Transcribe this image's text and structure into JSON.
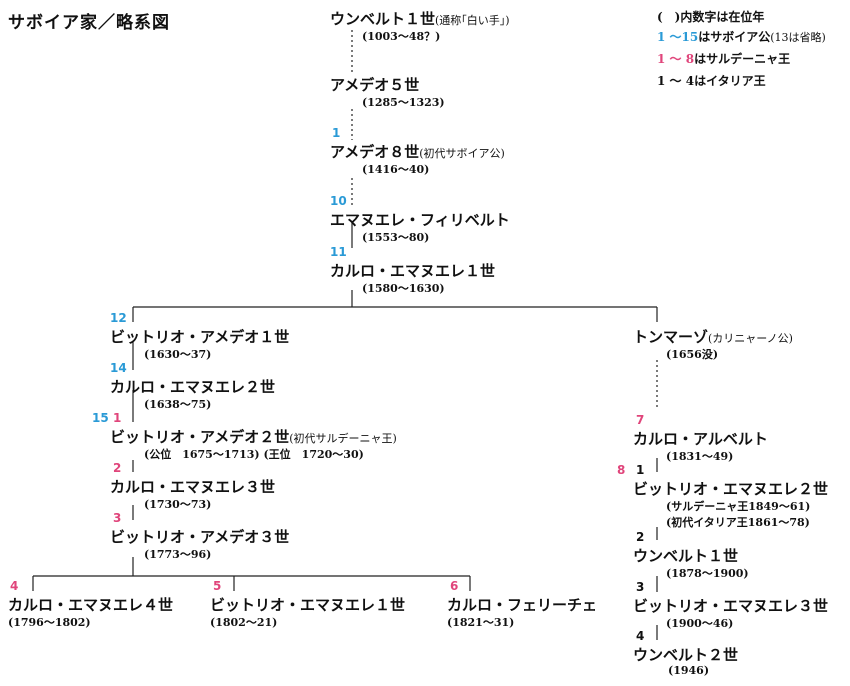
{
  "title": "サボイア家／略系図",
  "legend": {
    "line1": "(　)内数字は在位年",
    "line2_num": "1 ～15",
    "line2_text": "はサボイア公",
    "line2_note": "(13は省略)",
    "line3_num": "1 ～ 8",
    "line3_text": "はサルデーニャ王",
    "line4_num": "1 ～ 4",
    "line4_text": "はイタリア王"
  },
  "people": {
    "umberto1": {
      "name": "ウンベルト１世",
      "note": "(通称｢白い手｣)",
      "years": "(1003～48？)"
    },
    "amedeo5": {
      "name": "アメデオ５世",
      "years": "(1285～1323)"
    },
    "amedeo8": {
      "num": "1",
      "name": "アメデオ８世",
      "note": "(初代サボイア公)",
      "years": "(1416～40)"
    },
    "emanuele_filiberto": {
      "num": "10",
      "name": "エマヌエレ・フィリベルト",
      "years": "(1553～80)"
    },
    "carlo_emanuele1": {
      "num": "11",
      "name": "カルロ・エマヌエレ１世",
      "years": "(1580～1630)"
    },
    "vittorio_amedeo1": {
      "num": "12",
      "name": "ビットリオ・アメデオ１世",
      "years": "(1630～37)"
    },
    "carlo_emanuele2": {
      "num": "14",
      "name": "カルロ・エマヌエレ２世",
      "years": "(1638～75)"
    },
    "vittorio_amedeo2": {
      "num_duke": "15",
      "num_king": "1",
      "name": "ビットリオ・アメデオ２世",
      "note": "(初代サルデーニャ王)",
      "years": "(公位　1675～1713)  (王位　1720～30)"
    },
    "carlo_emanuele3": {
      "num": "2",
      "name": "カルロ・エマヌエレ３世",
      "years": "(1730～73)"
    },
    "vittorio_amedeo3": {
      "num": "3",
      "name": "ビットリオ・アメデオ３世",
      "years": "(1773～96)"
    },
    "carlo_emanuele4": {
      "num": "4",
      "name": "カルロ・エマヌエレ４世",
      "years": "(1796～1802)"
    },
    "vittorio_emanuele1": {
      "num": "5",
      "name": "ビットリオ・エマヌエレ１世",
      "years": "(1802～21)"
    },
    "carlo_felice": {
      "num": "6",
      "name": "カルロ・フェリーチェ",
      "years": "(1821～31)"
    },
    "tommaso": {
      "name": "トンマーゾ",
      "note": "(カリニャーノ公)",
      "years": "(1656没)"
    },
    "carlo_alberto": {
      "num": "7",
      "name": "カルロ・アルベルト",
      "years": "(1831～49)"
    },
    "vittorio_emanuele2": {
      "num_king": "8",
      "num_italy": "1",
      "name": "ビットリオ・エマヌエレ２世",
      "years1": "(サルデーニャ王1849～61)",
      "years2": "(初代イタリア王1861～78)"
    },
    "umberto1_italy": {
      "num": "2",
      "name": "ウンベルト１世",
      "years": "(1878～1900)"
    },
    "vittorio_emanuele3": {
      "num": "3",
      "name": "ビットリオ・エマヌエレ３世",
      "years": "(1900～46)"
    },
    "umberto2": {
      "num": "4",
      "name": "ウンベルト２世",
      "years": "(1946)"
    }
  }
}
